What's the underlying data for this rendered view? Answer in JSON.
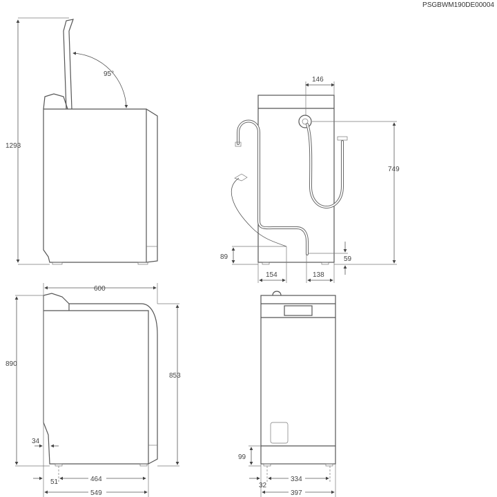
{
  "drawing_code": "PSGBWM190DE00004",
  "views": {
    "side_open": {
      "height_total": "1293",
      "lid_angle": "95°"
    },
    "rear_connections": {
      "inlet_offset": "146",
      "inlet_height": "749",
      "drain_height": "89",
      "drain_offset": "154",
      "hose_offset": "138",
      "hose_height": "59"
    },
    "side": {
      "depth": "600",
      "height_total": "890",
      "height_body": "853",
      "foot_setback": "34",
      "foot_offset": "51",
      "foot_spacing": "464",
      "body_depth": "549"
    },
    "front": {
      "plinth_height": "99",
      "foot_offset": "32",
      "foot_spacing": "334",
      "width": "397"
    }
  }
}
